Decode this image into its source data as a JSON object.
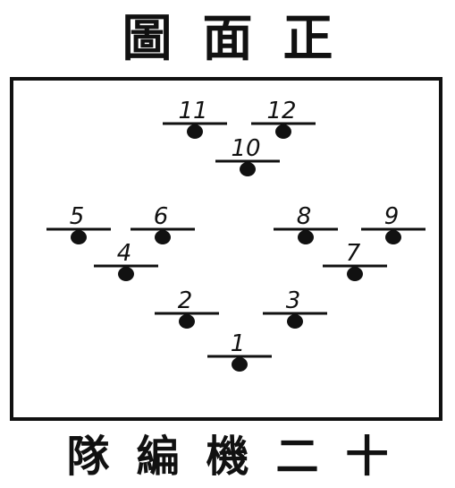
{
  "header": {
    "title": "圖面正"
  },
  "footer": {
    "caption": "隊編機二十"
  },
  "aircraft": [
    {
      "label": "1"
    },
    {
      "label": "2"
    },
    {
      "label": "3"
    },
    {
      "label": "4"
    },
    {
      "label": "5"
    },
    {
      "label": "6"
    },
    {
      "label": "7"
    },
    {
      "label": "8"
    },
    {
      "label": "9"
    },
    {
      "label": "10"
    },
    {
      "label": "11"
    },
    {
      "label": "12"
    }
  ]
}
